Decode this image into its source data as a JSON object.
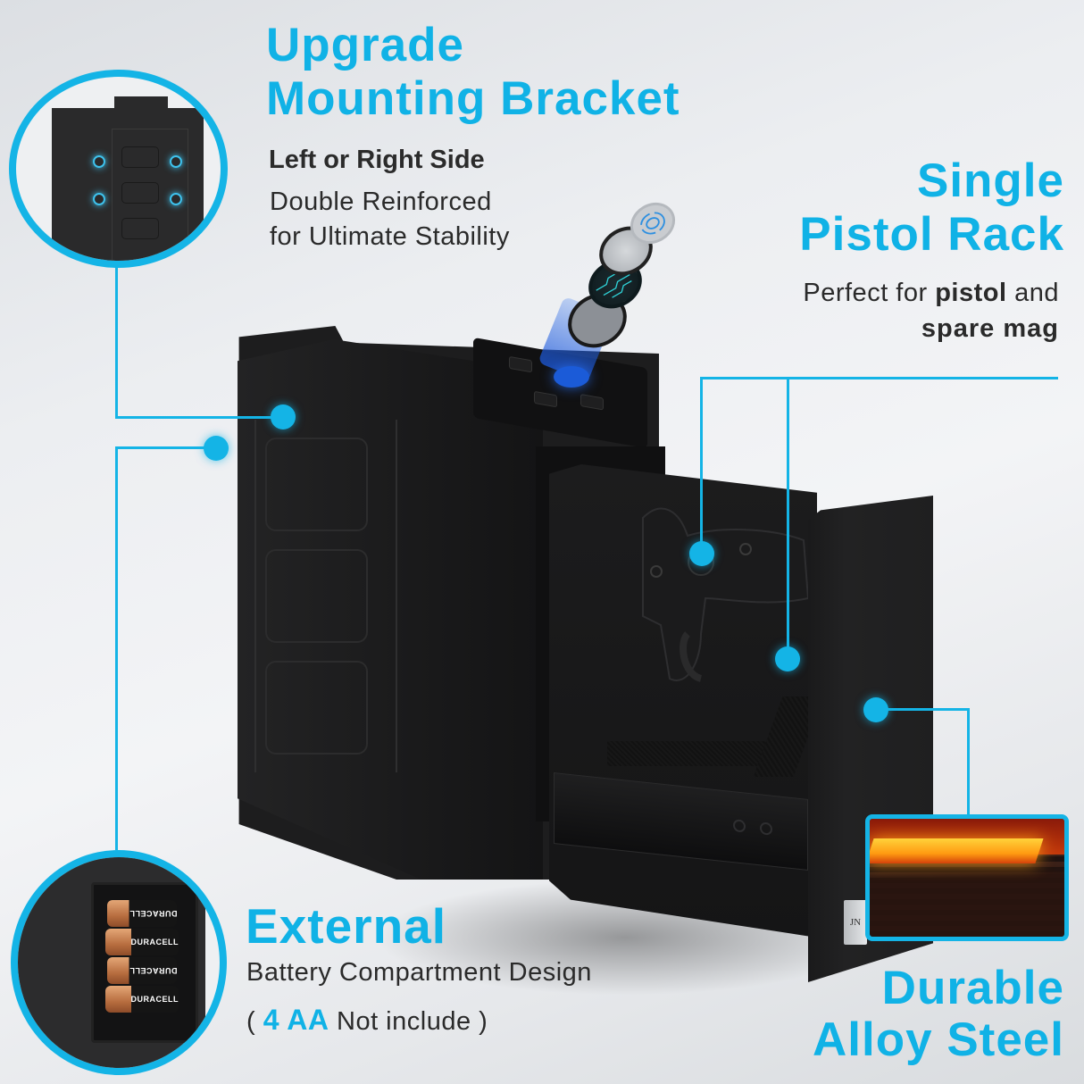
{
  "features": {
    "mounting": {
      "title_line1": "Upgrade",
      "title_line2": "Mounting Bracket",
      "subtitle": "Left or Right Side",
      "desc_line1": "Double Reinforced",
      "desc_line2": "for Ultimate Stability"
    },
    "rack": {
      "title_line1": "Single",
      "title_line2": "Pistol Rack",
      "desc_prefix": "Perfect for ",
      "desc_bold1": "pistol",
      "desc_mid": " and",
      "desc_bold2": "spare mag"
    },
    "battery": {
      "title": "External",
      "desc_line1": "Battery Compartment Design",
      "paren_open": "( ",
      "highlight": "4 AA",
      "desc_rest": " Not include )"
    },
    "steel": {
      "title_line1": "Durable",
      "title_line2": "Alloy Steel"
    }
  },
  "battery_inset": {
    "labels": [
      "DURACELL",
      "DURACELL",
      "DURACELL",
      "DURACELL"
    ]
  },
  "product": {
    "nameplate": "JN"
  },
  "colors": {
    "accent": "#14b4e6",
    "title": "#10b2e6",
    "text": "#2a2a2a",
    "product": "#1d1d1e"
  }
}
